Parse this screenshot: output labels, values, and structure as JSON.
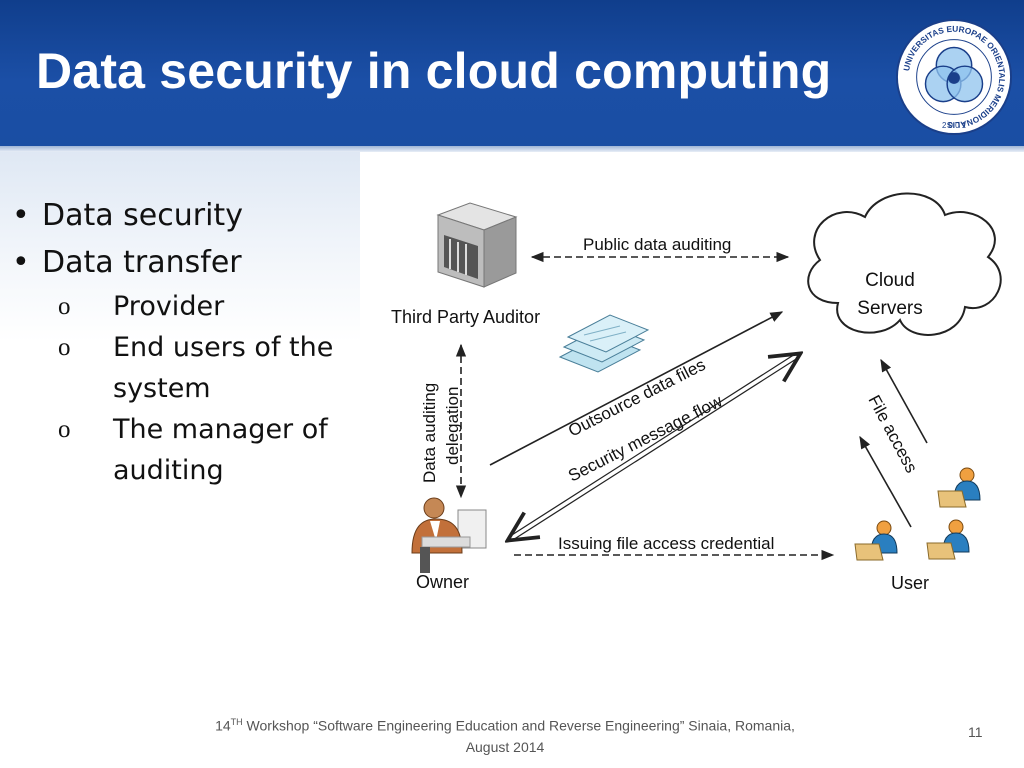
{
  "title": "Data security in cloud computing",
  "logo": {
    "icon": "university-seal",
    "text": "UNIVERSITAS EUROPAE ORIENTALIS MERIDIONALIS",
    "year": "2 0 0 1"
  },
  "bullets": [
    {
      "text": "Data security",
      "sub": []
    },
    {
      "text": "Data transfer",
      "sub": [
        {
          "marker": "o",
          "text": "Provider"
        },
        {
          "marker": "o",
          "text": "End users of the system"
        },
        {
          "marker": "o",
          "text": "The manager of auditing"
        }
      ]
    }
  ],
  "diagram": {
    "nodes": {
      "third_party_auditor": "Third Party Auditor",
      "cloud_servers_line1": "Cloud",
      "cloud_servers_line2": "Servers",
      "owner": "Owner",
      "user": "User"
    },
    "edges": {
      "public_data_auditing": "Public data auditing",
      "data_auditing": "Data auditing",
      "delegation": "delegation",
      "outsource_data_files": "Outsource data files",
      "security_message_flow": "Security message flow",
      "file_access": "File access",
      "issuing_credential": "Issuing file access credential"
    },
    "colors": {
      "line": "#222222",
      "files": "#bfe3f0"
    }
  },
  "footer": {
    "prefix": "14",
    "sup": "TH",
    "line1": " Workshop “Software Engineering Education and Reverse Engineering”  Sinaia, Romania,",
    "line2": "August 2014"
  },
  "page_number": "11"
}
